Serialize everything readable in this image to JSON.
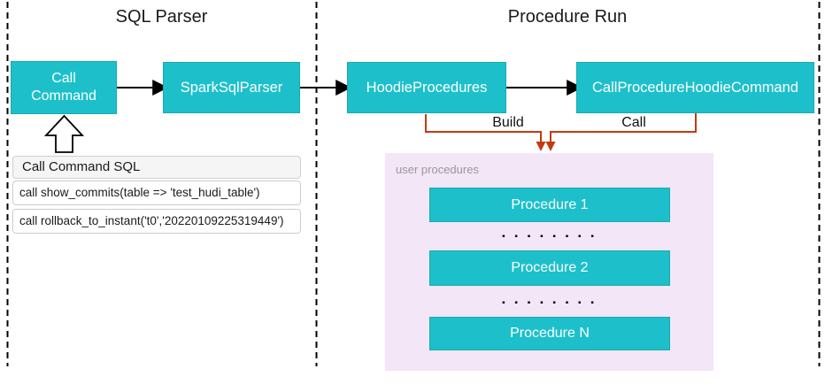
{
  "colors": {
    "node_fill": "#1dc0ca",
    "connector_red": "#c23b10",
    "user_procedures_bg": "#f3e6f7",
    "table_header_bg": "#f5f5f5",
    "dashed_line": "#000000"
  },
  "sql_parser": {
    "title": "SQL Parser",
    "call_command": "Call Command",
    "spark_sql_parser": "SparkSqlParser",
    "sql_table": {
      "header": "Call Command SQL",
      "rows": [
        "call show_commits(table => 'test_hudi_table')",
        "call rollback_to_instant('t0','20220109225319449')"
      ]
    }
  },
  "procedure_run": {
    "title": "Procedure Run",
    "hoodie_procedures": "HoodieProcedures",
    "call_procedure_hoodie_command": "CallProcedureHoodieCommand",
    "build_label": "Build",
    "call_label": "Call",
    "user_procedures": {
      "label": "user procedures",
      "items": [
        "Procedure 1",
        "Procedure 2",
        "Procedure N"
      ],
      "dots": "▪ ▪ ▪ ▪ ▪ ▪ ▪ ▪"
    }
  }
}
